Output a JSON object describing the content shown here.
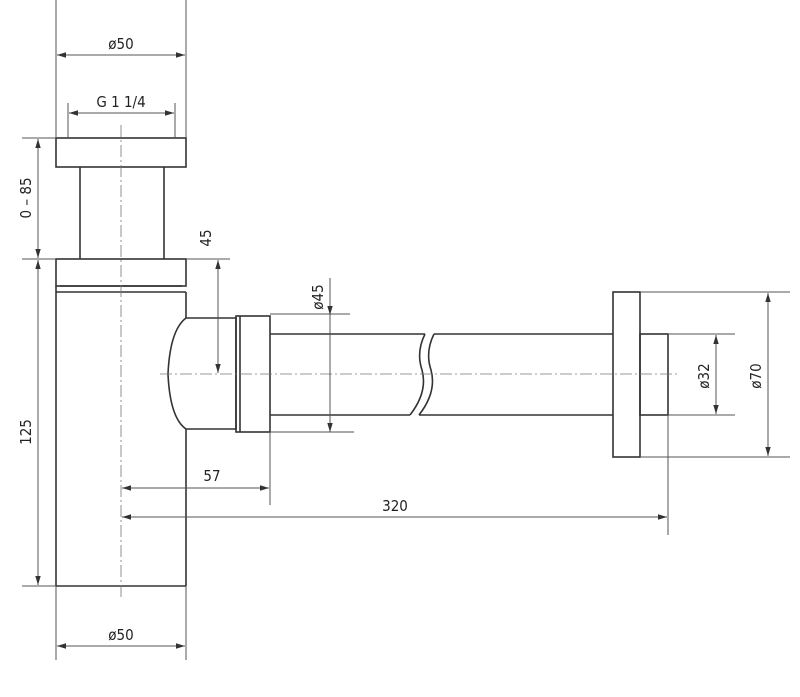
{
  "dimensions": {
    "d50_top": "ø50",
    "thread": "G 1 1/4",
    "adjust": "0 – 85",
    "d45_height": "45",
    "height_125": "125",
    "d45": "ø45",
    "d32": "ø32",
    "d70": "ø70",
    "len_57": "57",
    "len_320": "320",
    "d50_bottom": "ø50"
  },
  "colors": {
    "line": "#333333",
    "background": "#ffffff"
  }
}
